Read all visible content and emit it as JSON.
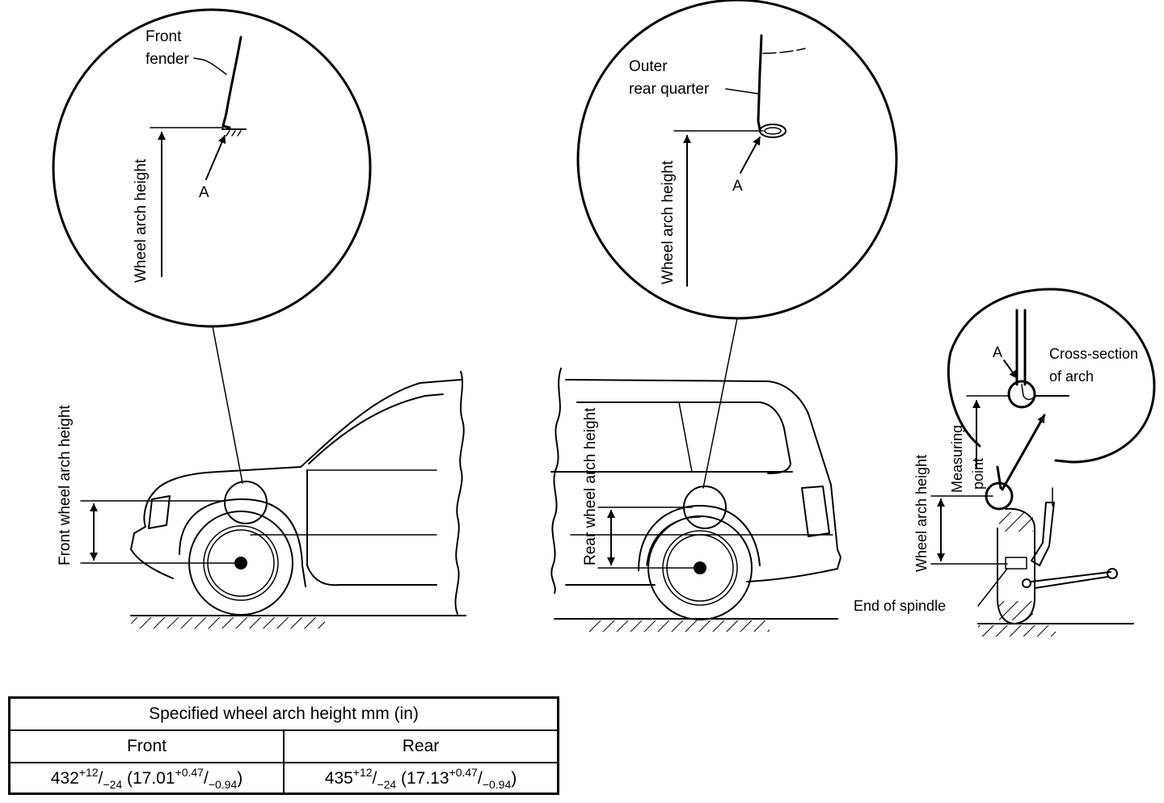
{
  "labels": {
    "front_fender": [
      "Front",
      "fender"
    ],
    "outer_rear_quarter": [
      "Outer",
      "rear quarter"
    ],
    "point_a": "A",
    "wheel_arch_height": "Wheel arch height",
    "front_wheel_arch_height": "Front wheel arch height",
    "rear_wheel_arch_height": "Rear wheel arch height",
    "cross_section": [
      "Cross-section",
      "of arch"
    ],
    "measuring_point": [
      "Measuring",
      "point"
    ],
    "end_of_spindle": "End of spindle"
  },
  "table": {
    "title": "Specified wheel arch height mm (in)",
    "columns": [
      "Front",
      "Rear"
    ],
    "front": {
      "base": "432",
      "tol_up": "+12",
      "tol_down": "−24",
      "in_base": "17.01",
      "in_up": "+0.47",
      "in_down": "−0.94"
    },
    "rear": {
      "base": "435",
      "tol_up": "+12",
      "tol_down": "−24",
      "in_base": "17.13",
      "in_up": "+0.47",
      "in_down": "−0.94"
    }
  }
}
